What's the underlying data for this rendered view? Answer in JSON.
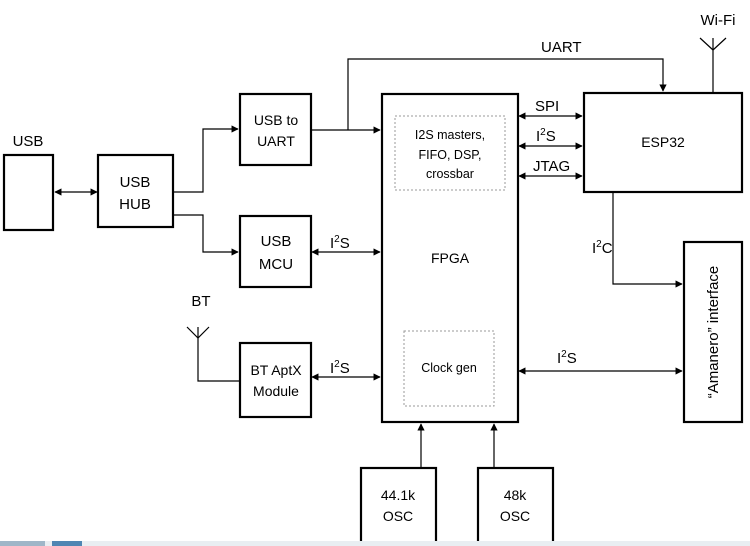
{
  "blocks": {
    "usb": "USB",
    "usb_hub": [
      "USB",
      "HUB"
    ],
    "usb_to_uart": [
      "USB to",
      "UART"
    ],
    "usb_mcu": [
      "USB",
      "MCU"
    ],
    "bt_label": "BT",
    "bt_module": [
      "BT AptX",
      "Module"
    ],
    "fpga": "FPGA",
    "fpga_core": [
      "I2S masters,",
      "FIFO, DSP,",
      "crossbar"
    ],
    "clock_gen": "Clock gen",
    "esp32": "ESP32",
    "wifi": "Wi-Fi",
    "amanero": "“Amanero” interface",
    "osc_441": [
      "44.1k",
      "OSC"
    ],
    "osc_48": [
      "48k",
      "OSC"
    ]
  },
  "buses": {
    "uart": "UART",
    "spi": "SPI",
    "i2s": {
      "base": "I",
      "sup": "2",
      "tail": "S"
    },
    "jtag": "JTAG",
    "i2c": {
      "base": "I",
      "sup": "2",
      "tail": "C"
    }
  }
}
